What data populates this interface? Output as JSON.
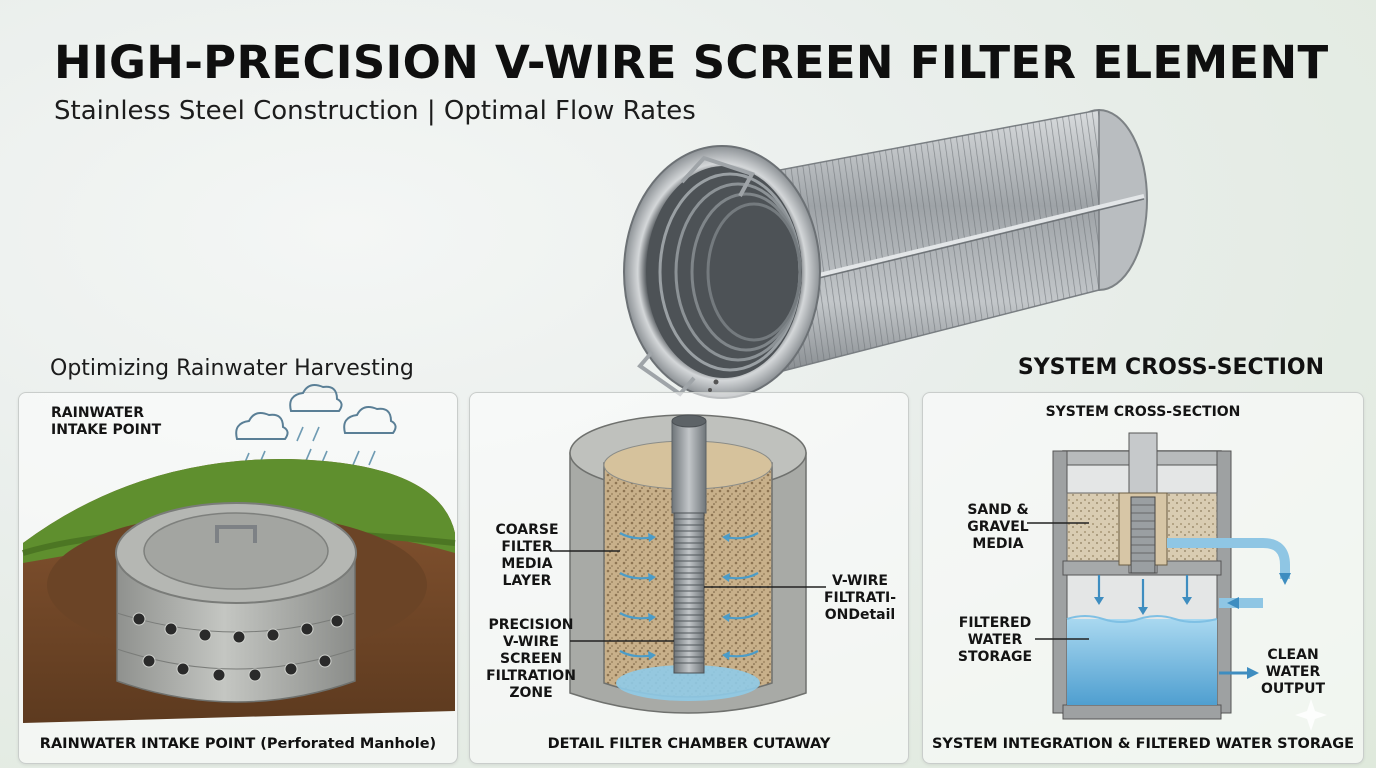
{
  "header": {
    "title": "HIGH-PRECISION V-WIRE SCREEN FILTER ELEMENT",
    "subtitle": "Stainless Steel Construction | Optimal Flow Rates"
  },
  "sections": {
    "left_heading": "Optimizing Rainwater Harvesting",
    "right_heading": "SYSTEM CROSS-SECTION"
  },
  "panels": {
    "intake": {
      "label_line1": "RAINWATER",
      "label_line2": "INTAKE POINT",
      "caption": "RAINWATER INTAKE POINT (Perforated Manhole)"
    },
    "chamber": {
      "coarse_label": [
        "COARSE",
        "FILTER",
        "MEDIA",
        "LAYER"
      ],
      "precision_label": [
        "PRECISION",
        "V-WIRE",
        "SCREEN",
        "FILTRATION",
        "ZONE"
      ],
      "vwire_label": [
        "V-WIRE",
        "FILTRATI-",
        "ONDetail"
      ],
      "caption": "DETAIL FILTER CHAMBER CUTAWAY"
    },
    "system": {
      "heading": "SYSTEM CROSS-SECTION",
      "sand_label": [
        "SAND &",
        "GRAVEL",
        "MEDIA"
      ],
      "filtered_label": [
        "FILTERED",
        "WATER",
        "STORAGE"
      ],
      "clean_label": [
        "CLEAN",
        "WATER",
        "OUTPUT"
      ],
      "caption": "SYSTEM INTEGRATION & FILTERED WATER STORAGE"
    }
  },
  "icons": [
    "rain-cloud-icon",
    "sparkle-icon"
  ],
  "colors": {
    "steel": "#a9aeb2",
    "concrete": "#a8aaa6",
    "grass": "#5f8f2e",
    "soil": "#7a4a28",
    "water": "#6fb7e0",
    "gravel": "#c8b08a"
  }
}
